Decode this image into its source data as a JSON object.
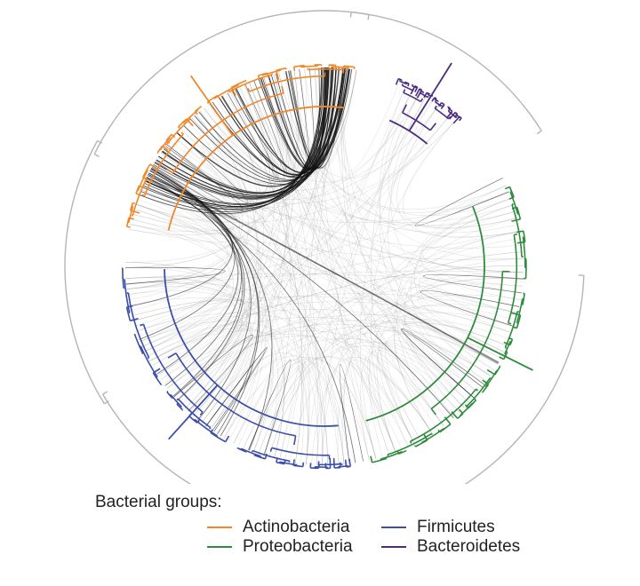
{
  "legend": {
    "title": "Bacterial groups:",
    "items": [
      {
        "label": "Actinobacteria",
        "color": "#f0882a"
      },
      {
        "label": "Proteobacteria",
        "color": "#2e8b3c"
      },
      {
        "label": "Firmicutes",
        "color": "#3b4ea8"
      },
      {
        "label": "Bacteroidetes",
        "color": "#4b2c82"
      }
    ]
  },
  "colors": {
    "outer_ring": "#b5b5b5",
    "interaction_strong": "#111111",
    "interaction_weak": "#9a9a9a"
  }
}
